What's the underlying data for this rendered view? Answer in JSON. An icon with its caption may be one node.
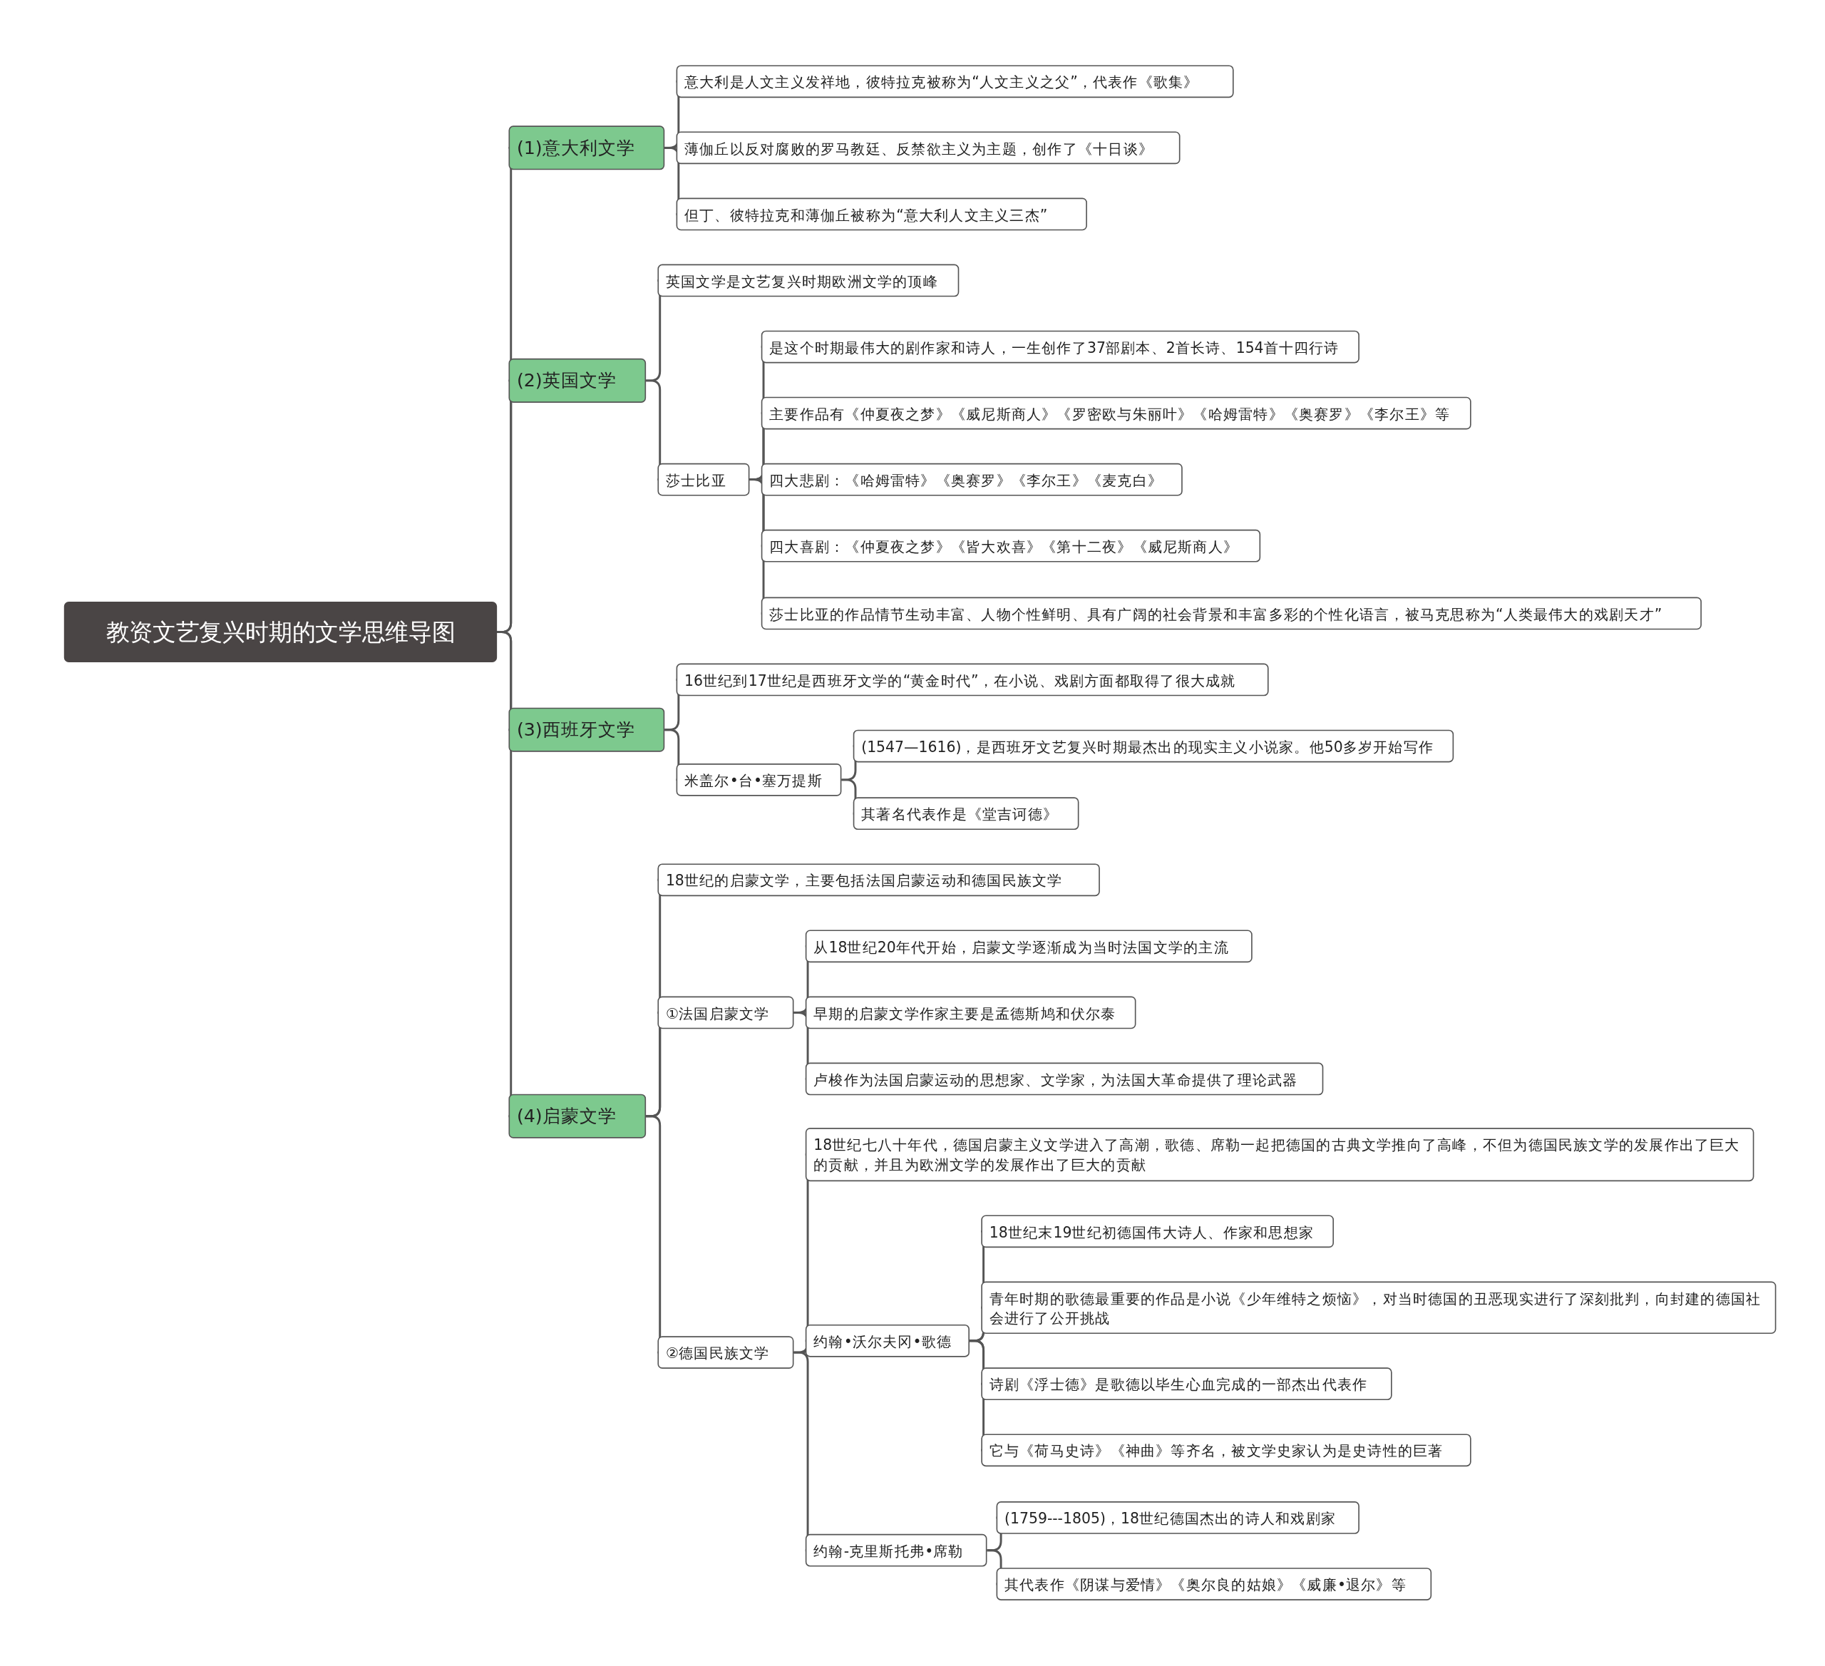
{
  "diagram": {
    "nodes": [
      {
        "text": [
          "教资文艺复兴时期的文学思维导图"
        ]
      },
      {
        "text": [
          "(1)意大利文学"
        ]
      },
      {
        "text": [
          "意大利是人文主义发祥地，彼特拉克被称为“人文主义之父”，代表作《歌集》"
        ]
      },
      {
        "text": [
          "薄伽丘以反对腐败的罗马教廷、反禁欲主义为主题，创作了《十日谈》"
        ]
      },
      {
        "text": [
          "但丁、彼特拉克和薄伽丘被称为“意大利人文主义三杰”"
        ]
      },
      {
        "text": [
          "(2)英国文学"
        ]
      },
      {
        "text": [
          "英国文学是文艺复兴时期欧洲文学的顶峰"
        ]
      },
      {
        "text": [
          "莎士比亚"
        ]
      },
      {
        "text": [
          "是这个时期最伟大的剧作家和诗人，一生创作了37部剧本、2首长诗、154首十四行诗"
        ]
      },
      {
        "text": [
          "主要作品有《仲夏夜之梦》《威尼斯商人》《罗密欧与朱丽叶》《哈姆雷特》《奥赛罗》《李尔王》等"
        ]
      },
      {
        "text": [
          "四大悲剧：《哈姆雷特》《奥赛罗》《李尔王》《麦克白》"
        ]
      },
      {
        "text": [
          "四大喜剧：《仲夏夜之梦》《皆大欢喜》《第十二夜》《威尼斯商人》"
        ]
      },
      {
        "text": [
          "莎士比亚的作品情节生动丰富、人物个性鲜明、具有广阔的社会背景和丰富多彩的个性化语言，被马克思称为“人类最伟大的戏剧天才”"
        ]
      },
      {
        "text": [
          "(3)西班牙文学"
        ]
      },
      {
        "text": [
          "16世纪到17世纪是西班牙文学的“黄金时代”，在小说、戏剧方面都取得了很大成就"
        ]
      },
      {
        "text": [
          "米盖尔•台•塞万提斯"
        ]
      },
      {
        "text": [
          "(1547—1616)，是西班牙文艺复兴时期最杰出的现实主义小说家。他50多岁开始写作"
        ]
      },
      {
        "text": [
          "其著名代表作是《堂吉诃德》"
        ]
      },
      {
        "text": [
          "(4)启蒙文学"
        ]
      },
      {
        "text": [
          "18世纪的启蒙文学，主要包括法国启蒙运动和德国民族文学"
        ]
      },
      {
        "text": [
          "①法国启蒙文学"
        ]
      },
      {
        "text": [
          "从18世纪20年代开始，启蒙文学逐渐成为当时法国文学的主流"
        ]
      },
      {
        "text": [
          "早期的启蒙文学作家主要是孟德斯鸠和伏尔泰"
        ]
      },
      {
        "text": [
          "卢梭作为法国启蒙运动的思想家、文学家，为法国大革命提供了理论武器"
        ]
      },
      {
        "text": [
          "②德国民族文学"
        ]
      },
      {
        "text": [
          "18世纪七八十年代，德国启蒙主义文学进入了高潮，歌德、席勒一起把德国的古典文学推向了高峰，不但为德国民族文学的发展作出了巨大的贡献，并且为欧洲文学的发展作出了巨大的贡献"
        ]
      },
      {
        "text": [
          "约翰•沃尔夫冈•歌德"
        ]
      },
      {
        "text": [
          "18世纪末19世纪初德国伟大诗人、作家和思想家"
        ]
      },
      {
        "text": [
          "青年时期的歌德最重要的作品是小说《少年维特之烦恼》，对当时德国的丑恶现实进行了深刻批判，向封建的德国社会进行了公开挑战"
        ]
      },
      {
        "text": [
          "诗剧《浮士德》是歌德以毕生心血完成的一部杰出代表作"
        ]
      },
      {
        "text": [
          "它与《荷马史诗》《神曲》等齐名，被文学史家认为是史诗性的巨著"
        ]
      },
      {
        "text": [
          "约翰-克里斯托弗•席勒"
        ]
      },
      {
        "text": [
          "(1759---1805)，18世纪德国杰出的诗人和戏剧家"
        ]
      },
      {
        "text": [
          "其代表作《阴谋与爱情》《奥尔良的姑娘》《威廉•退尔》等"
        ]
      }
    ],
    "edges": [
      {
        "from": 0,
        "to": 1,
        "arrow": "none"
      },
      {
        "from": 0,
        "to": 5,
        "arrow": "none"
      },
      {
        "from": 0,
        "to": 13,
        "arrow": "none"
      },
      {
        "from": 0,
        "to": 18,
        "arrow": "none"
      },
      {
        "from": 1,
        "to": 2,
        "arrow": "none"
      },
      {
        "from": 1,
        "to": 3,
        "arrow": "none"
      },
      {
        "from": 1,
        "to": 4,
        "arrow": "none"
      },
      {
        "from": 5,
        "to": 6,
        "arrow": "none"
      },
      {
        "from": 5,
        "to": 7,
        "arrow": "none"
      },
      {
        "from": 7,
        "to": 8,
        "arrow": "none"
      },
      {
        "from": 7,
        "to": 9,
        "arrow": "none"
      },
      {
        "from": 7,
        "to": 10,
        "arrow": "none"
      },
      {
        "from": 7,
        "to": 11,
        "arrow": "none"
      },
      {
        "from": 7,
        "to": 12,
        "arrow": "none"
      },
      {
        "from": 13,
        "to": 14,
        "arrow": "none"
      },
      {
        "from": 13,
        "to": 15,
        "arrow": "none"
      },
      {
        "from": 15,
        "to": 16,
        "arrow": "none"
      },
      {
        "from": 15,
        "to": 17,
        "arrow": "none"
      },
      {
        "from": 18,
        "to": 19,
        "arrow": "none"
      },
      {
        "from": 18,
        "to": 20,
        "arrow": "none"
      },
      {
        "from": 18,
        "to": 24,
        "arrow": "none"
      },
      {
        "from": 20,
        "to": 21,
        "arrow": "none"
      },
      {
        "from": 20,
        "to": 22,
        "arrow": "none"
      },
      {
        "from": 20,
        "to": 23,
        "arrow": "none"
      },
      {
        "from": 24,
        "to": 25,
        "arrow": "none"
      },
      {
        "from": 24,
        "to": 26,
        "arrow": "none"
      },
      {
        "from": 24,
        "to": 31,
        "arrow": "none"
      },
      {
        "from": 26,
        "to": 27,
        "arrow": "none"
      },
      {
        "from": 26,
        "to": 28,
        "arrow": "none"
      },
      {
        "from": 26,
        "to": 29,
        "arrow": "none"
      },
      {
        "from": 26,
        "to": 30,
        "arrow": "none"
      },
      {
        "from": 31,
        "to": 32,
        "arrow": "none"
      },
      {
        "from": 31,
        "to": 33,
        "arrow": "none"
      }
    ]
  }
}
